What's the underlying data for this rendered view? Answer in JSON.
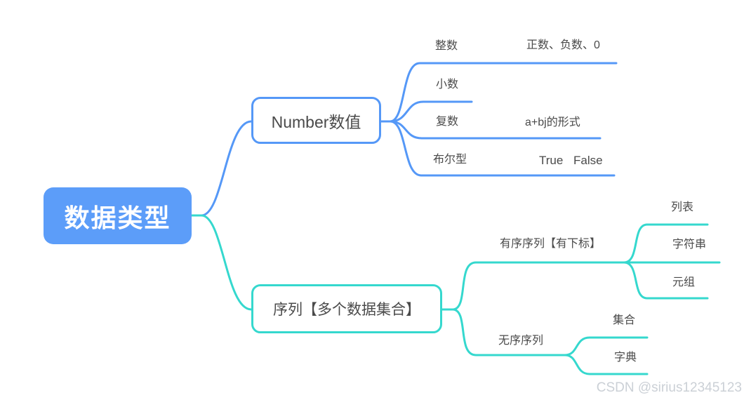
{
  "page": {
    "watermark": "CSDN @sirius12345123"
  },
  "colors": {
    "root_fill": "#5C9DF9",
    "blue_line": "#5598F7",
    "teal_line": "#35D8CE",
    "node_text": "#4A4A4A",
    "root_text": "#FFFFFF",
    "watermark_text": "#CBD0D6"
  },
  "mindmap": {
    "root": {
      "label": "数据类型"
    },
    "branches": [
      {
        "label": "Number数值",
        "children": [
          {
            "label": "整数",
            "children": [
              {
                "label": "正数、负数、0"
              }
            ]
          },
          {
            "label": "小数",
            "children": []
          },
          {
            "label": "复数",
            "children": [
              {
                "label": "a+bj的形式"
              }
            ]
          },
          {
            "label": "布尔型",
            "children": [
              {
                "label": "True"
              },
              {
                "label": "False"
              }
            ]
          }
        ]
      },
      {
        "label": "序列【多个数据集合】",
        "children": [
          {
            "label": "有序序列【有下标】",
            "children": [
              {
                "label": "列表"
              },
              {
                "label": "字符串"
              },
              {
                "label": "元组"
              }
            ]
          },
          {
            "label": "无序序列",
            "children": [
              {
                "label": "集合"
              },
              {
                "label": "字典"
              }
            ]
          }
        ]
      }
    ]
  }
}
